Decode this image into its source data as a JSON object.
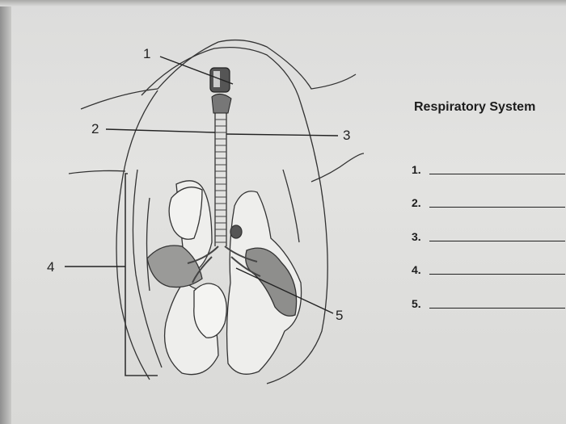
{
  "worksheet": {
    "title": "Respiratory System",
    "answer_numbers": [
      "1.",
      "2.",
      "3.",
      "4.",
      "5."
    ]
  },
  "diagram": {
    "labels": [
      "1",
      "2",
      "3",
      "4",
      "5"
    ]
  }
}
